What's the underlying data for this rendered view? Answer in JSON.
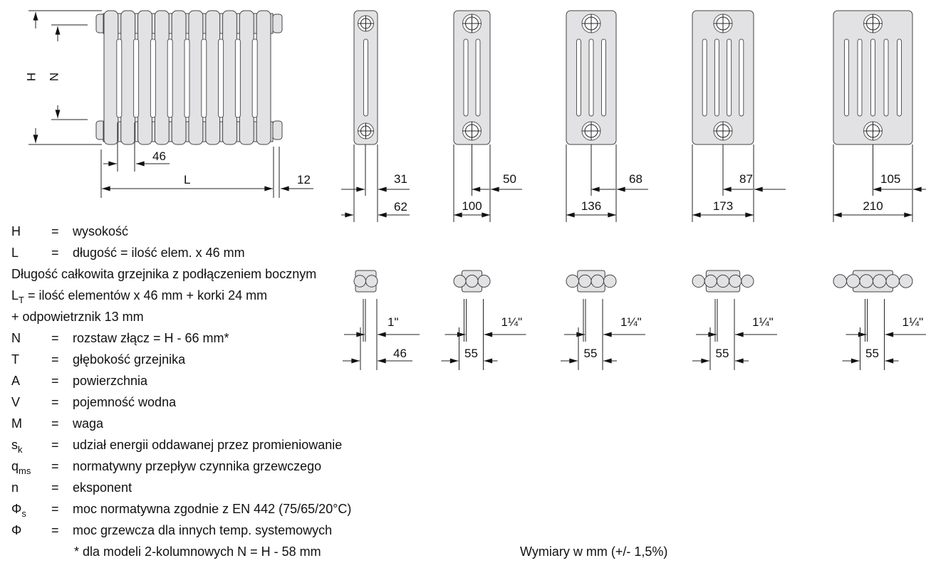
{
  "side_view": {
    "h_label": "H",
    "n_label": "N",
    "section_pitch": "46",
    "length_label": "L",
    "vent_offset": "12",
    "sections": 10
  },
  "profiles": [
    {
      "columns": 2,
      "half_width": "31",
      "width": "62",
      "pipe": "1\"",
      "connection": "46"
    },
    {
      "columns": 3,
      "half_width": "50",
      "width": "100",
      "pipe": "1¼\"",
      "connection": "55"
    },
    {
      "columns": 4,
      "half_width": "68",
      "width": "136",
      "pipe": "1¼\"",
      "connection": "55"
    },
    {
      "columns": 5,
      "half_width": "87",
      "width": "173",
      "pipe": "1¼\"",
      "connection": "55"
    },
    {
      "columns": 6,
      "half_width": "105",
      "width": "210",
      "pipe": "1¼\"",
      "connection": "55"
    }
  ],
  "legend": [
    {
      "sym": "H",
      "sub": "",
      "eq": "=",
      "text": "wysokość"
    },
    {
      "sym": "L",
      "sub": "",
      "eq": "=",
      "text": "długość = ilość elem. x 46 mm"
    },
    {
      "full": "Długość całkowita grzejnika z podłączeniem bocznym"
    },
    {
      "sym": "L",
      "sub": "T",
      "full_rest": " = ilość elementów x 46 mm + korki 24 mm"
    },
    {
      "full": "+ odpowietrznik 13 mm"
    },
    {
      "sym": "N",
      "sub": "",
      "eq": "=",
      "text": "rozstaw złącz = H - 66 mm*"
    },
    {
      "sym": "T",
      "sub": "",
      "eq": "=",
      "text": "głębokość grzejnika"
    },
    {
      "sym": "A",
      "sub": "",
      "eq": "=",
      "text": "powierzchnia"
    },
    {
      "sym": "V",
      "sub": "",
      "eq": "=",
      "text": "pojemność wodna"
    },
    {
      "sym": "M",
      "sub": "",
      "eq": "=",
      "text": "waga"
    },
    {
      "sym": "s",
      "sub": "k",
      "eq": "=",
      "text": "udział energii oddawanej przez promieniowanie"
    },
    {
      "sym": "q",
      "sub": "ms",
      "eq": "=",
      "text": "normatywny przepływ czynnika grzewczego"
    },
    {
      "sym": "n",
      "sub": "",
      "eq": "=",
      "text": "eksponent"
    },
    {
      "sym": "Φ",
      "sub": "s",
      "eq": "=",
      "text": "moc normatywna zgodnie z EN 442 (75/65/20°C)"
    },
    {
      "sym": "Φ",
      "sub": "",
      "eq": "=",
      "text": "moc grzewcza dla innych temp. systemowych"
    }
  ],
  "footnote": "* dla modeli 2-kolumnowych N = H - 58 mm",
  "tolerance_note": "Wymiary w mm (+/- 1,5%)"
}
